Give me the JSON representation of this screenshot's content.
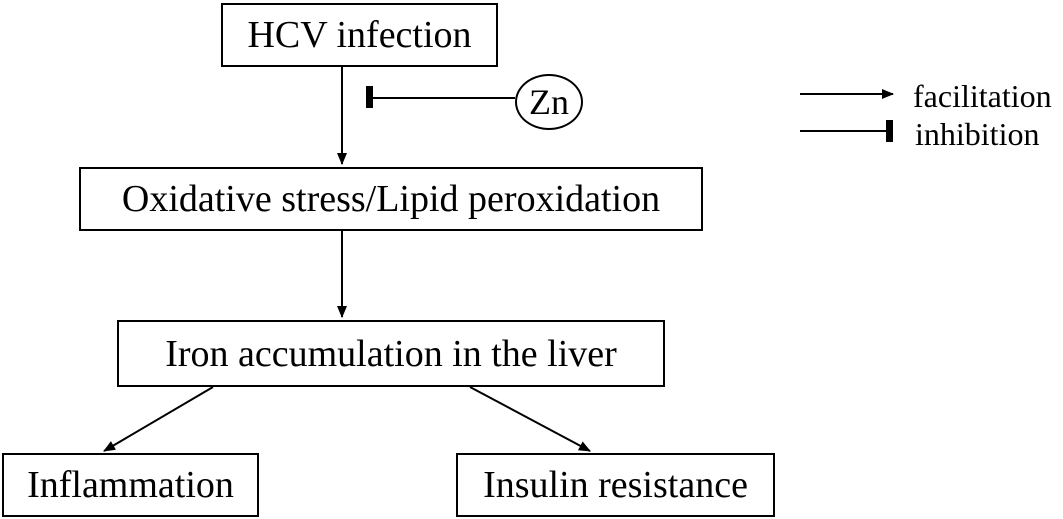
{
  "nodes": {
    "hcv": "HCV infection",
    "oxidative": "Oxidative stress/Lipid peroxidation",
    "iron": "Iron accumulation in the liver",
    "inflammation": "Inflammation",
    "insulin": "Insulin resistance",
    "zn": "Zn"
  },
  "legend": {
    "facilitation": "facilitation",
    "inhibition": "inhibition"
  },
  "colors": {
    "stroke": "#000000",
    "background": "#ffffff"
  }
}
